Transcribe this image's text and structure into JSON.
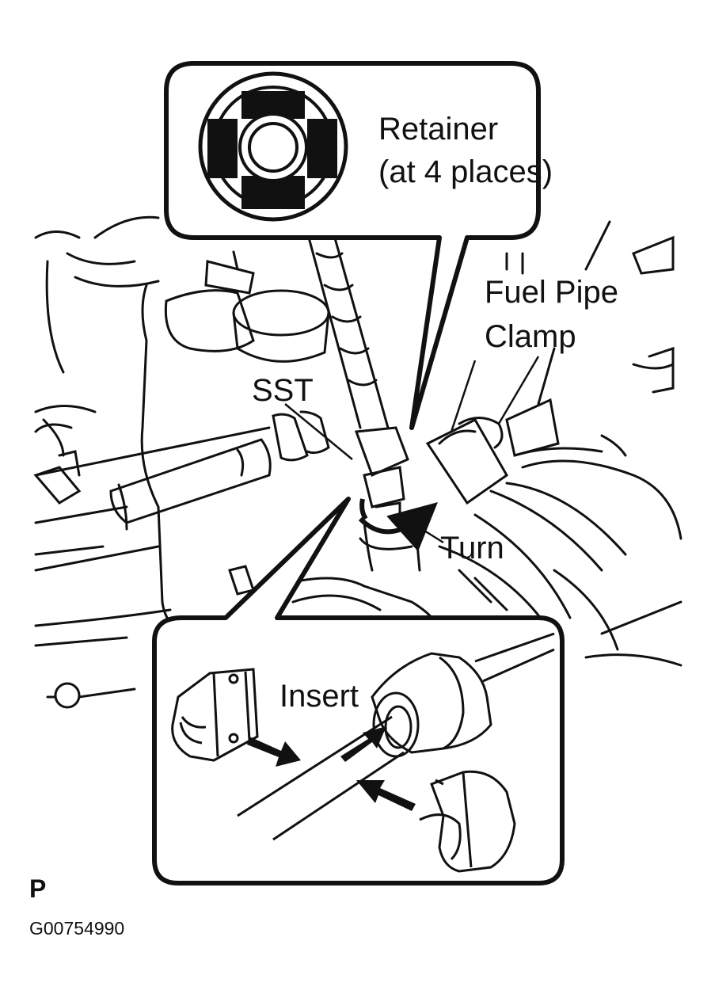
{
  "figure": {
    "callouts": {
      "retainer_line1": "Retainer",
      "retainer_line2": "(at 4 places)",
      "fuel_pipe_clamp_line1": "Fuel Pipe",
      "fuel_pipe_clamp_line2": "Clamp",
      "sst": "SST",
      "turn": "Turn",
      "insert": "Insert"
    },
    "corner_mark": "P",
    "figure_id": "G00754990"
  },
  "colors": {
    "ink": "#111111",
    "paper": "#ffffff"
  }
}
